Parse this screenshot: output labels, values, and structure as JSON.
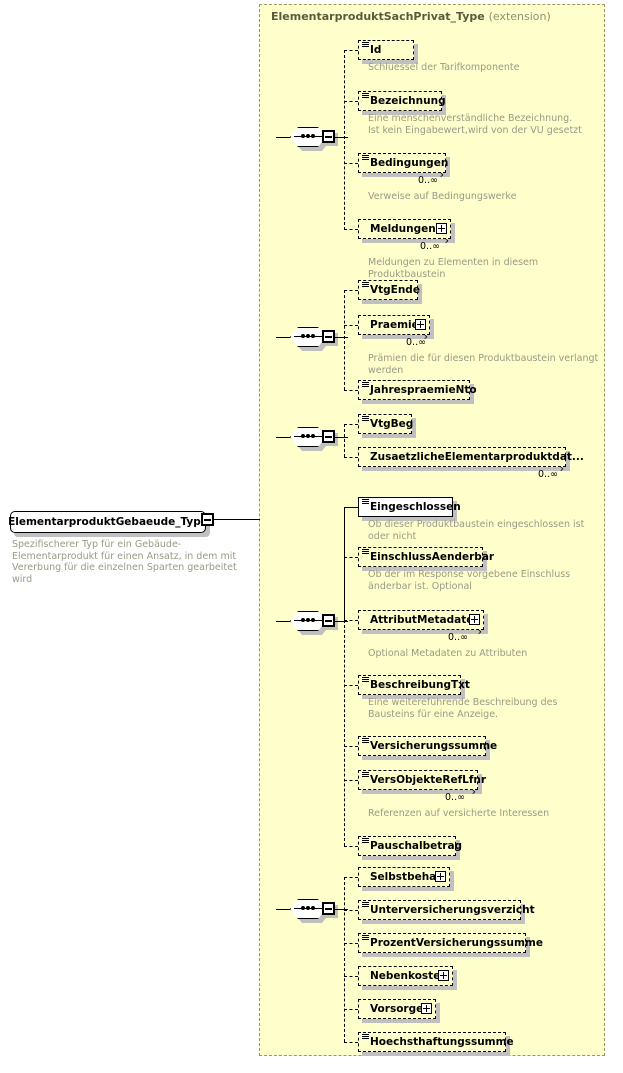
{
  "diagram": {
    "type": "xsd-schema-diagram",
    "root": {
      "name": "ElementarproduktGebaeude_Type",
      "description": "Spezifischerer Typ für ein Gebäude-Elementarprodukt für einen Ansatz, in dem mit Vererbung für die einzelnen Sparten gearbeitet wird",
      "expander": "minus"
    },
    "extension": {
      "base_type": "ElementarproduktSachPrivat_Type",
      "kind_label": "(extension)"
    },
    "sequences": [
      {
        "name": "sequence-1",
        "icon": "sequence-icon",
        "expander": "minus"
      },
      {
        "name": "sequence-2",
        "icon": "sequence-icon",
        "expander": "minus"
      },
      {
        "name": "sequence-3",
        "icon": "sequence-icon",
        "expander": "minus"
      },
      {
        "name": "sequence-4",
        "icon": "sequence-icon",
        "expander": "minus"
      },
      {
        "name": "sequence-5",
        "icon": "sequence-icon",
        "expander": "minus"
      }
    ],
    "elements": [
      {
        "name": "Id",
        "required": true,
        "optional_box": true,
        "repeat": false,
        "multiplicity": "",
        "expandable": false,
        "description": "Schluessel der Tarifkomponente"
      },
      {
        "name": "Bezeichnung",
        "required": false,
        "repeat": false,
        "multiplicity": "",
        "expandable": false,
        "description": "Eine menschenverständliche Bezeichnung. Ist kein Eingabewert,wird von der VU gesetzt"
      },
      {
        "name": "Bedingungen",
        "required": false,
        "repeat": true,
        "multiplicity": "0..∞",
        "expandable": false,
        "description": "Verweise auf Bedingungswerke"
      },
      {
        "name": "Meldungen",
        "required": false,
        "repeat": true,
        "multiplicity": "0..∞",
        "expandable": true,
        "description": "Meldungen zu Elementen in diesem Produktbaustein"
      },
      {
        "name": "VtgEnde",
        "required": false,
        "repeat": false,
        "multiplicity": "",
        "expandable": false,
        "description": ""
      },
      {
        "name": "Praemie",
        "required": false,
        "repeat": true,
        "multiplicity": "0..∞",
        "expandable": true,
        "description": "Prämien die für diesen Produktbaustein verlangt werden"
      },
      {
        "name": "JahrespraemieNto",
        "required": false,
        "repeat": false,
        "multiplicity": "",
        "expandable": false,
        "description": ""
      },
      {
        "name": "VtgBeg",
        "required": false,
        "repeat": false,
        "multiplicity": "",
        "expandable": false,
        "description": ""
      },
      {
        "name": "ZusaetzlicheElementarproduktdat...",
        "required": false,
        "repeat": true,
        "multiplicity": "0..∞",
        "expandable": false,
        "description": ""
      },
      {
        "name": "Eingeschlossen",
        "required": true,
        "repeat": false,
        "multiplicity": "",
        "expandable": false,
        "description": "Ob dieser Produktbaustein eingeschlossen ist oder nicht"
      },
      {
        "name": "EinschlussAenderbar",
        "required": false,
        "repeat": false,
        "multiplicity": "",
        "expandable": false,
        "description": "Ob der im Response vorgebene Einschluss änderbar ist. Optional"
      },
      {
        "name": "AttributMetadaten",
        "required": false,
        "repeat": true,
        "multiplicity": "0..∞",
        "expandable": true,
        "description": "Optional Metadaten zu Attributen"
      },
      {
        "name": "BeschreibungTxt",
        "required": false,
        "repeat": false,
        "multiplicity": "",
        "expandable": false,
        "description": "Eine weitereführende Beschreibung des Bausteins für eine Anzeige."
      },
      {
        "name": "Versicherungssumme",
        "required": false,
        "repeat": false,
        "multiplicity": "",
        "expandable": false,
        "description": ""
      },
      {
        "name": "VersObjekteRefLfnr",
        "required": false,
        "repeat": true,
        "multiplicity": "0..∞",
        "expandable": false,
        "description": "Referenzen auf versicherte Interessen"
      },
      {
        "name": "Pauschalbetrag",
        "required": false,
        "repeat": false,
        "multiplicity": "",
        "expandable": false,
        "description": ""
      },
      {
        "name": "Selbstbehalt",
        "required": false,
        "repeat": false,
        "multiplicity": "",
        "expandable": true,
        "description": ""
      },
      {
        "name": "Unterversicherungsverzicht",
        "required": false,
        "repeat": false,
        "multiplicity": "",
        "expandable": false,
        "description": ""
      },
      {
        "name": "ProzentVersicherungssumme",
        "required": false,
        "repeat": false,
        "multiplicity": "",
        "expandable": false,
        "description": ""
      },
      {
        "name": "Nebenkosten",
        "required": false,
        "repeat": false,
        "multiplicity": "",
        "expandable": true,
        "description": ""
      },
      {
        "name": "Vorsorge",
        "required": false,
        "repeat": false,
        "multiplicity": "",
        "expandable": true,
        "description": ""
      },
      {
        "name": "Hoechsthaftungssumme",
        "required": false,
        "repeat": false,
        "multiplicity": "",
        "expandable": false,
        "description": ""
      }
    ],
    "colors": {
      "frame_background": "#ffffcc",
      "frame_border": "#999966",
      "element_fill": "#ffffcc",
      "required_fill": "#ffffff",
      "description_text": "#9a9a85",
      "title_text": "#5a5a3c",
      "shadow": "#c0c0c0"
    }
  }
}
